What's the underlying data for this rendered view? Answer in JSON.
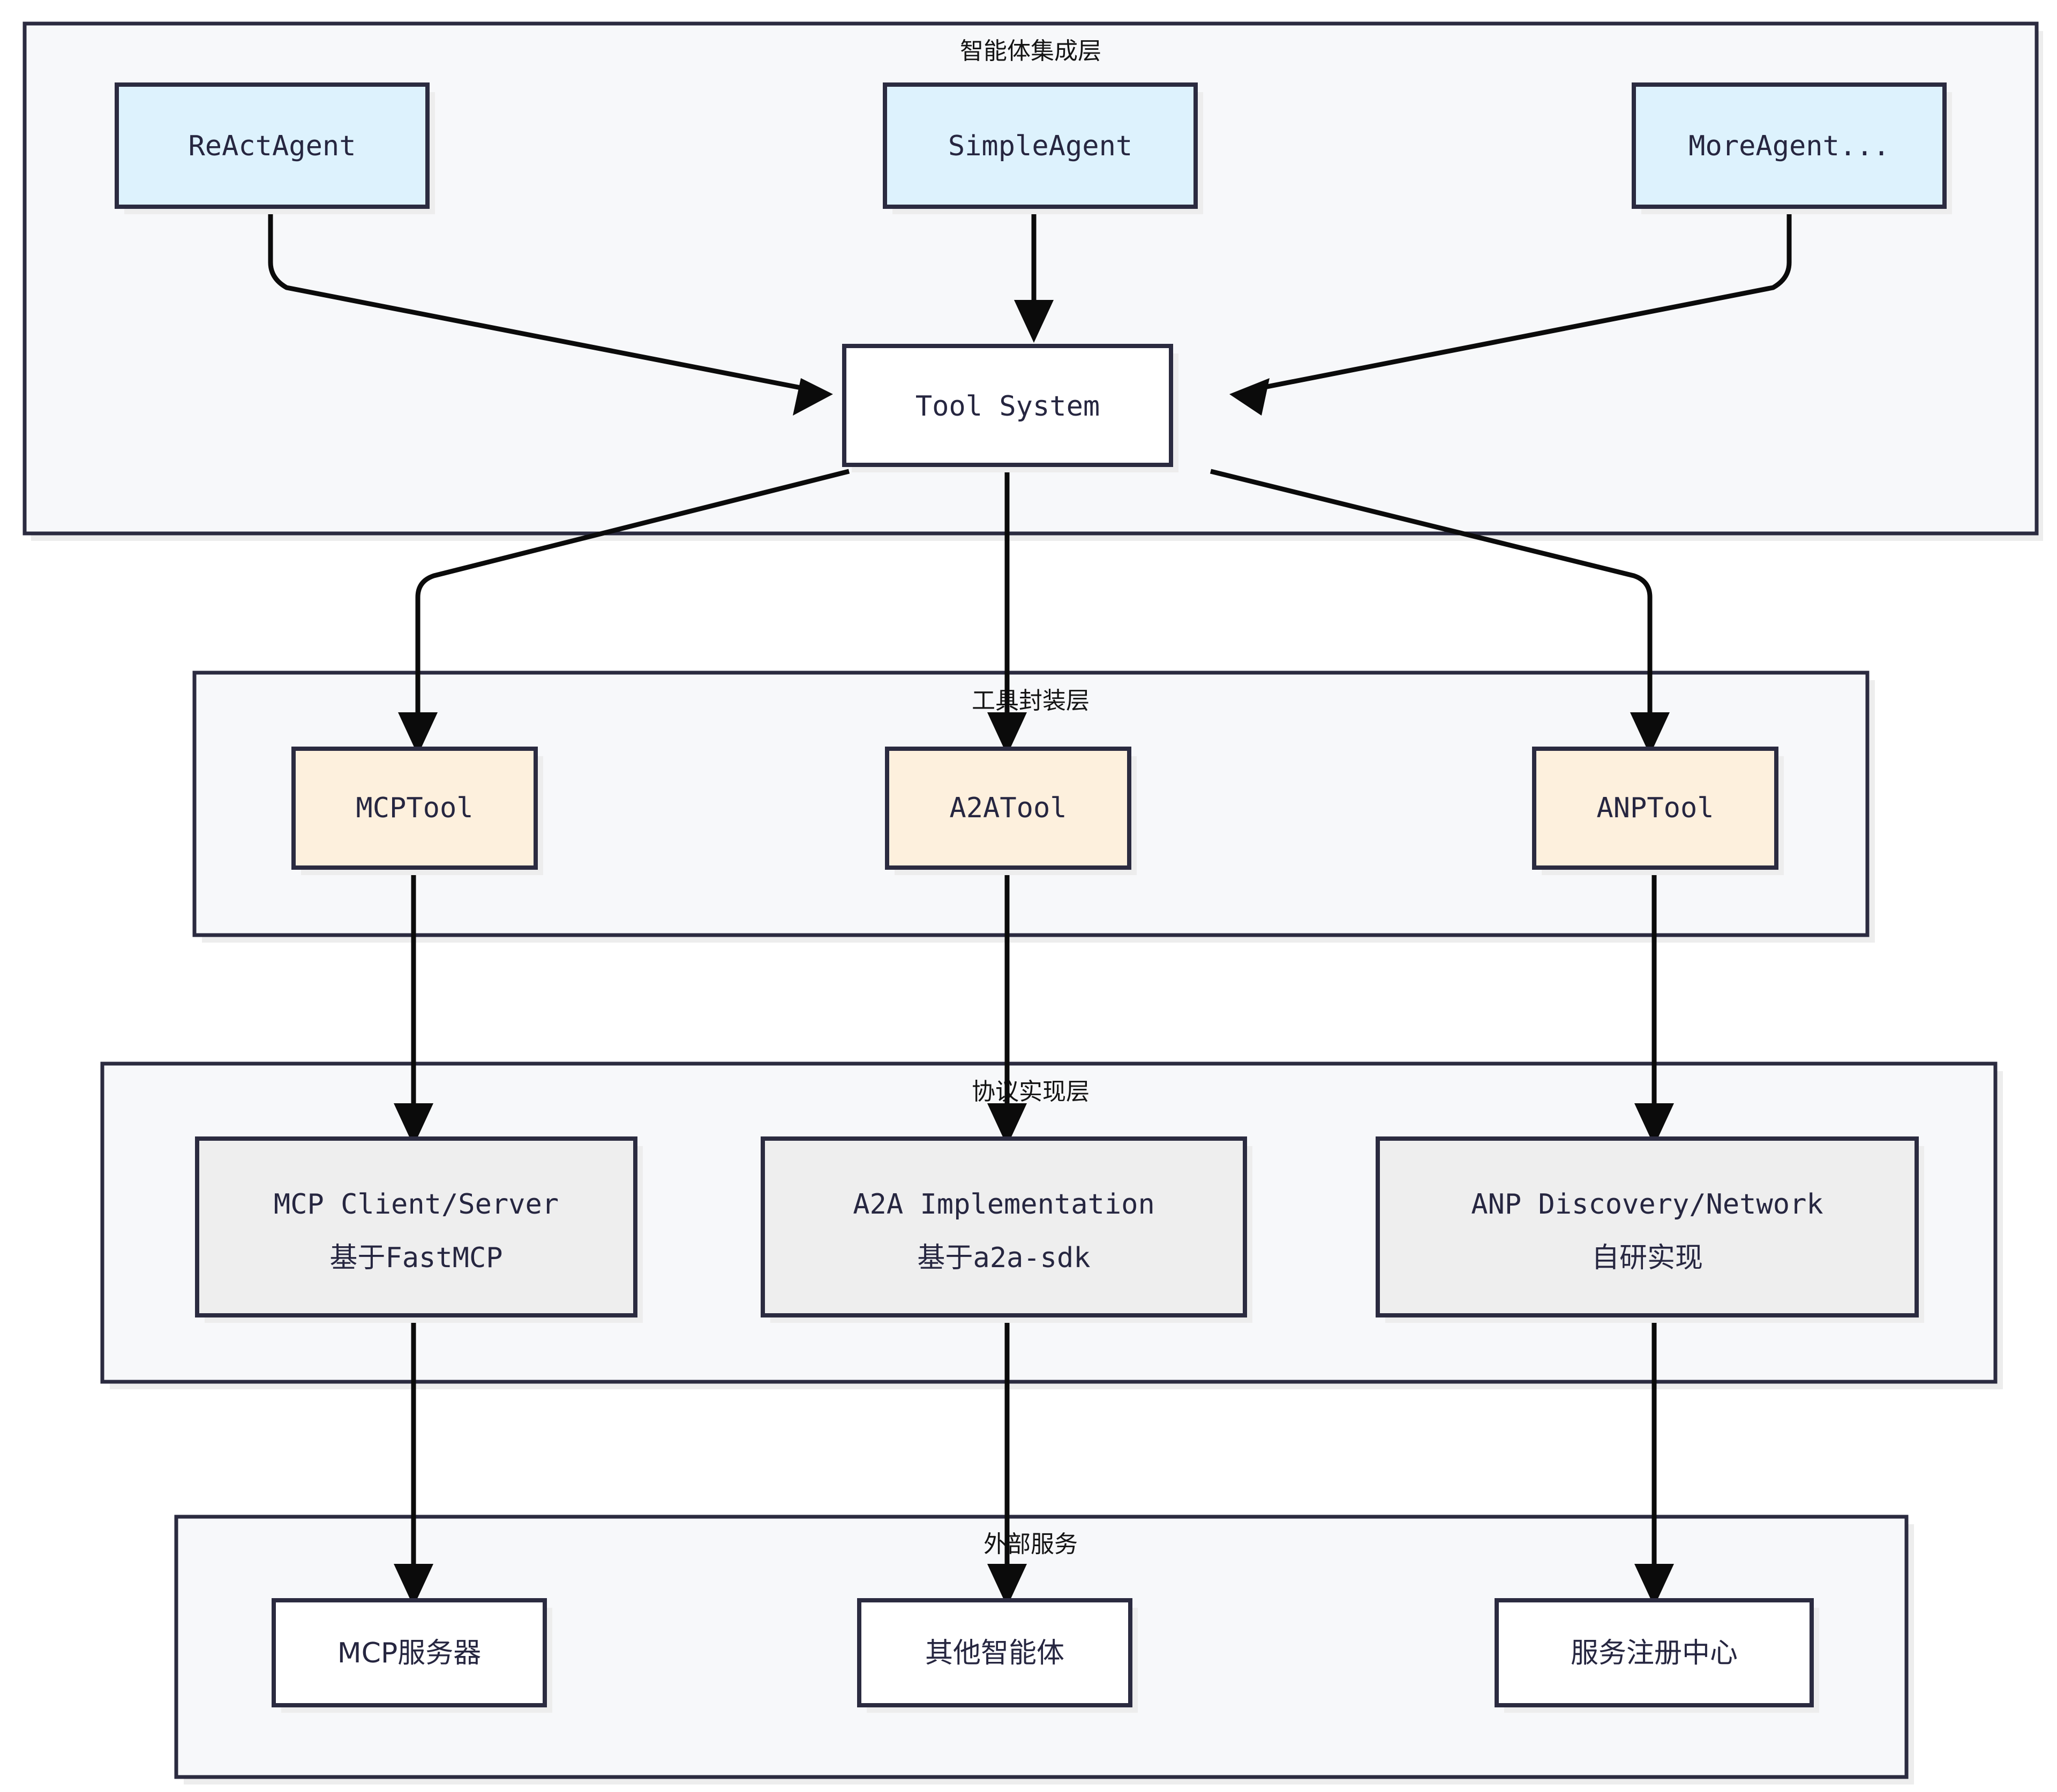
{
  "diagram": {
    "type": "layered-flowchart",
    "title": "",
    "layers": [
      {
        "id": "agent-integration-layer",
        "label": "智能体集成层",
        "nodes": [
          {
            "id": "react-agent",
            "label": "ReActAgent",
            "style": "agent"
          },
          {
            "id": "simple-agent",
            "label": "SimpleAgent",
            "style": "agent"
          },
          {
            "id": "more-agent",
            "label": "MoreAgent...",
            "style": "agent"
          },
          {
            "id": "tool-system",
            "label": "Tool System",
            "style": "plain"
          }
        ]
      },
      {
        "id": "tool-encapsulation-layer",
        "label": "工具封装层",
        "nodes": [
          {
            "id": "mcp-tool",
            "label": "MCPTool",
            "style": "tool"
          },
          {
            "id": "a2a-tool",
            "label": "A2ATool",
            "style": "tool"
          },
          {
            "id": "anp-tool",
            "label": "ANPTool",
            "style": "tool"
          }
        ]
      },
      {
        "id": "protocol-implementation-layer",
        "label": "协议实现层",
        "nodes": [
          {
            "id": "mcp-impl",
            "label_line1": "MCP Client/Server",
            "label_line2": "基于FastMCP",
            "style": "impl"
          },
          {
            "id": "a2a-impl",
            "label_line1": "A2A Implementation",
            "label_line2": "基于a2a-sdk",
            "style": "impl"
          },
          {
            "id": "anp-impl",
            "label_line1": "ANP Discovery/Network",
            "label_line2": "自研实现",
            "style": "impl"
          }
        ]
      },
      {
        "id": "external-services-layer",
        "label": "外部服务",
        "nodes": [
          {
            "id": "mcp-server",
            "label": "MCP服务器",
            "style": "plain"
          },
          {
            "id": "other-agents",
            "label": "其他智能体",
            "style": "plain"
          },
          {
            "id": "service-registry",
            "label": "服务注册中心",
            "style": "plain"
          }
        ]
      }
    ],
    "edges": [
      {
        "from": "react-agent",
        "to": "tool-system"
      },
      {
        "from": "simple-agent",
        "to": "tool-system"
      },
      {
        "from": "more-agent",
        "to": "tool-system"
      },
      {
        "from": "tool-system",
        "to": "mcp-tool"
      },
      {
        "from": "tool-system",
        "to": "a2a-tool"
      },
      {
        "from": "tool-system",
        "to": "anp-tool"
      },
      {
        "from": "mcp-tool",
        "to": "mcp-impl"
      },
      {
        "from": "a2a-tool",
        "to": "a2a-impl"
      },
      {
        "from": "anp-tool",
        "to": "anp-impl"
      },
      {
        "from": "mcp-impl",
        "to": "mcp-server"
      },
      {
        "from": "a2a-impl",
        "to": "other-agents"
      },
      {
        "from": "anp-impl",
        "to": "service-registry"
      }
    ],
    "colors": {
      "agent_fill": "#ddf2fd",
      "tool_fill": "#fdf0dd",
      "impl_fill": "#eeeeee",
      "plain_fill": "#ffffff",
      "node_stroke": "#2b2b40",
      "cluster_fill": "#f7f8fa",
      "cluster_stroke": "#2b2b40",
      "edge_stroke": "#0b0b0b",
      "text": "#262640",
      "background": "#ffffff"
    }
  }
}
